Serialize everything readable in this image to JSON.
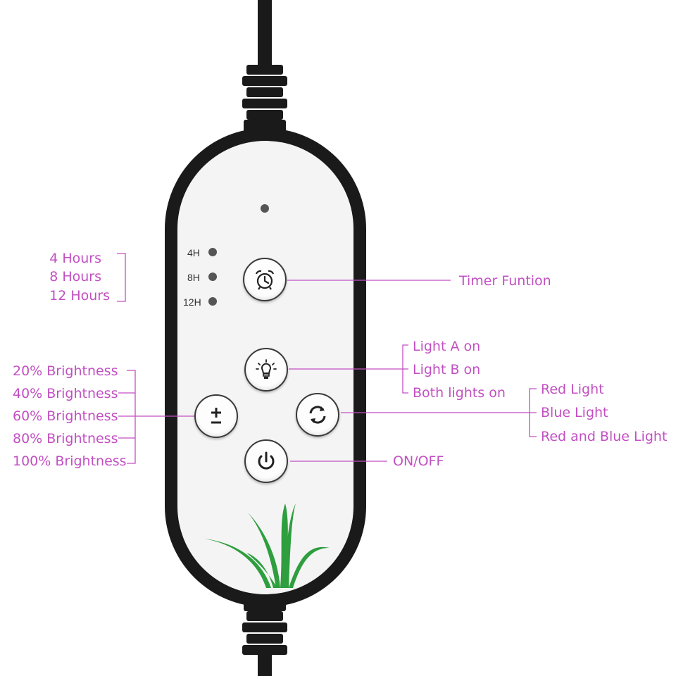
{
  "colors": {
    "label": "#c24fc2",
    "casing": "#1a1a1a",
    "face": "#f4f4f4",
    "plant": "#2e9e3e",
    "led": "#555555"
  },
  "leds": {
    "status": "",
    "items": [
      "4H",
      "8H",
      "12H"
    ]
  },
  "buttons": [
    {
      "id": "timer",
      "icon": "alarm-clock-icon"
    },
    {
      "id": "light",
      "icon": "light-bulb-icon"
    },
    {
      "id": "brightness",
      "icon": "plus-minus-icon"
    },
    {
      "id": "spectrum",
      "icon": "cycle-arrows-icon"
    },
    {
      "id": "power",
      "icon": "power-icon"
    }
  ],
  "callouts": {
    "timer_hours": [
      "4 Hours",
      "8 Hours",
      "12 Hours"
    ],
    "timer_function": "Timer Funtion",
    "lights": [
      "Light A on",
      "Light B on",
      "Both lights on"
    ],
    "brightness": [
      "20% Brightness",
      "40% Brightness",
      "60% Brightness",
      "80% Brightness",
      "100% Brightness"
    ],
    "spectrum": [
      "Red Light",
      "Blue Light",
      "Red and Blue Light"
    ],
    "power": "ON/OFF"
  }
}
